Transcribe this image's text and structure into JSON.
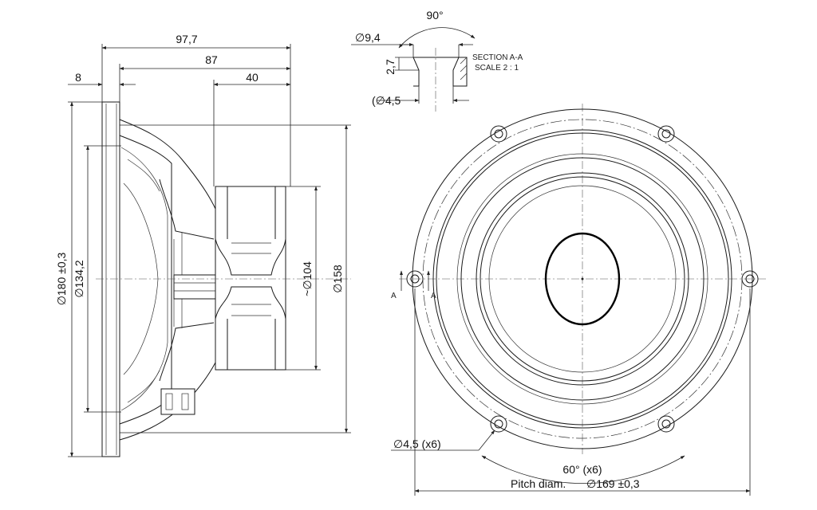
{
  "side_view": {
    "dim_overall_depth": "97,7",
    "dim_depth_to_magnet_rear": "87",
    "dim_magnet_depth": "40",
    "dim_flange_thickness": "8",
    "dim_outer_diameter": "∅180 ±0,3",
    "dim_cone_diameter": "∅134,2",
    "dim_magnet_diameter": "~∅104",
    "dim_basket_diameter": "∅158"
  },
  "section_detail": {
    "angle": "90°",
    "counterbore_diameter": "∅9,4",
    "counterbore_depth": "2,7",
    "hole_diameter": "(∅4,5",
    "title": "SECTION A-A",
    "scale": "SCALE 2 : 1"
  },
  "front_view": {
    "hole_callout": "∅4,5 (x6)",
    "angle_callout": "60° (x6)",
    "pitch_label": "Pitch diam.",
    "pitch_value": "∅169 ±0,3",
    "section_mark_left": "A",
    "section_mark_right": "A"
  }
}
